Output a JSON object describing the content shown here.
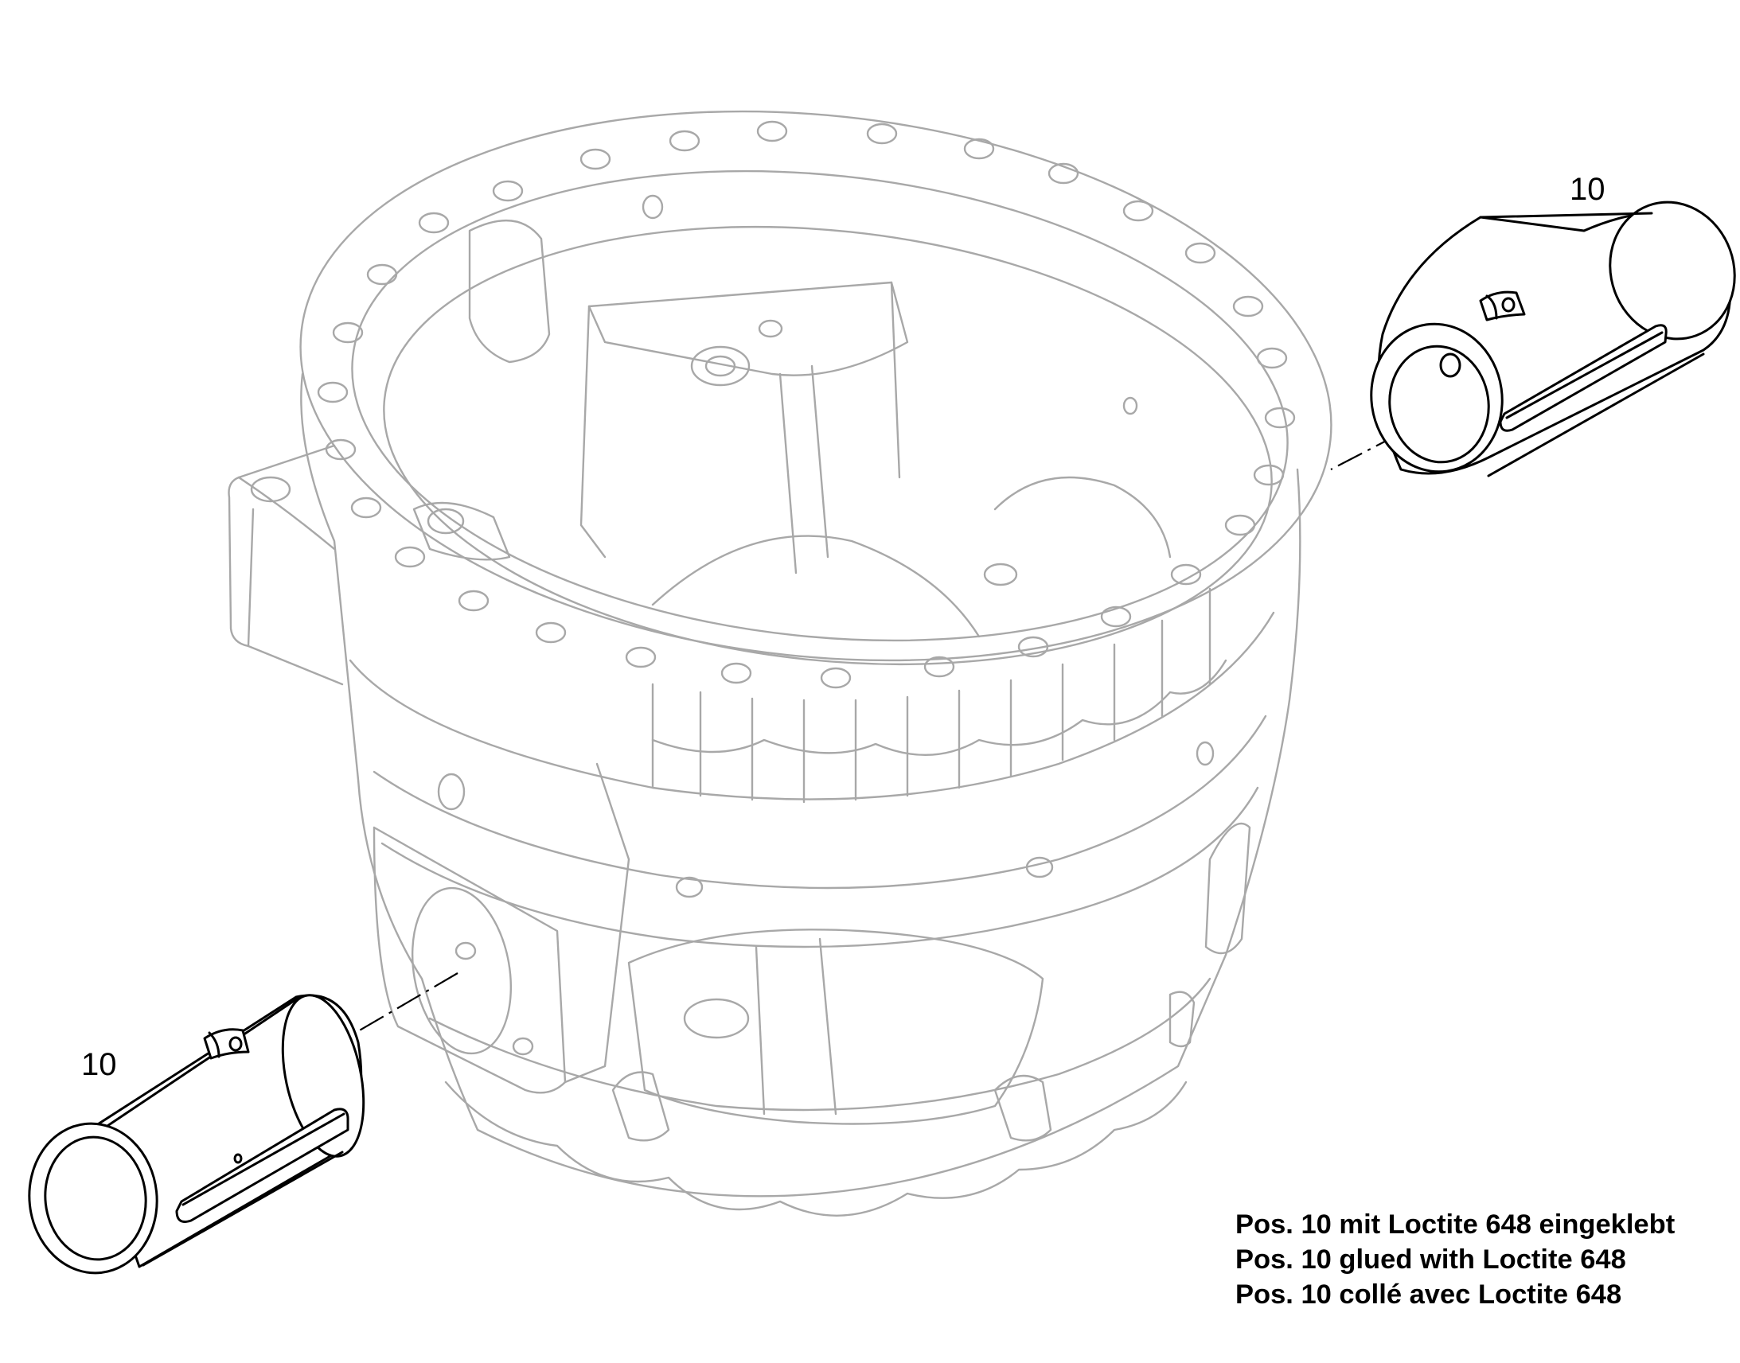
{
  "callouts": {
    "right_sleeve": "10",
    "left_sleeve": "10"
  },
  "note": {
    "line_de": "Pos. 10 mit Loctite 648 eingeklebt",
    "line_en": "Pos. 10 glued with Loctite 648",
    "line_fr": "Pos. 10 collé avec Loctite 648"
  },
  "colors": {
    "housing_line": "#a8a8a8",
    "part_line": "#000000",
    "background": "#ffffff"
  }
}
